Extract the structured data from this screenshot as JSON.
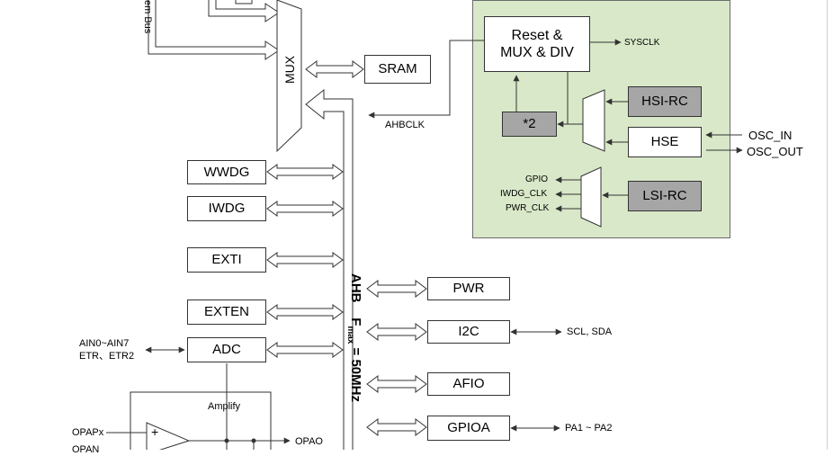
{
  "system_bus_label": "em Bus",
  "mux_label": "MUX",
  "sram_label": "SRAM",
  "ahbclk_label": "AHBCLK",
  "peripherals_left": {
    "wwdg": "WWDG",
    "iwdg": "IWDG",
    "exti": "EXTI",
    "exten": "EXTEN",
    "adc": "ADC"
  },
  "adc_inputs": {
    "line1": "AIN0~AIN7",
    "line2": "ETR、ETR2"
  },
  "opa": {
    "amplify_label": "Amplify",
    "input_p": "OPAPx",
    "input_n": "OPAN",
    "output": "OPAO",
    "plus": "+",
    "minus": "-"
  },
  "ahb_bus": {
    "name": "AHB",
    "fmax_prefix": "F",
    "fmax_sub": "max",
    "fmax_value": " = 50MHz"
  },
  "peripherals_right": {
    "pwr": "PWR",
    "i2c": "I2C",
    "i2c_signals": "SCL, SDA",
    "afio": "AFIO",
    "gpioa": "GPIOA",
    "gpioa_pins": "PA1 ~ PA2"
  },
  "clock_tree": {
    "reset_mux_div_line1": "Reset &",
    "reset_mux_div_line2": "MUX & DIV",
    "sysclk": "SYSCLK",
    "pll_x2": "*2",
    "hsi_rc": "HSI-RC",
    "hse": "HSE",
    "osc_in": "OSC_IN",
    "osc_out": "OSC_OUT",
    "lsi_rc": "LSI-RC",
    "gpio": "GPIO",
    "iwdg_clk": "IWDG_CLK",
    "pwr_clk": "PWR_CLK"
  },
  "colors": {
    "clock_region_bg": "#d9e8c8",
    "gray_block": "#a6a6a6",
    "line": "#333333"
  }
}
